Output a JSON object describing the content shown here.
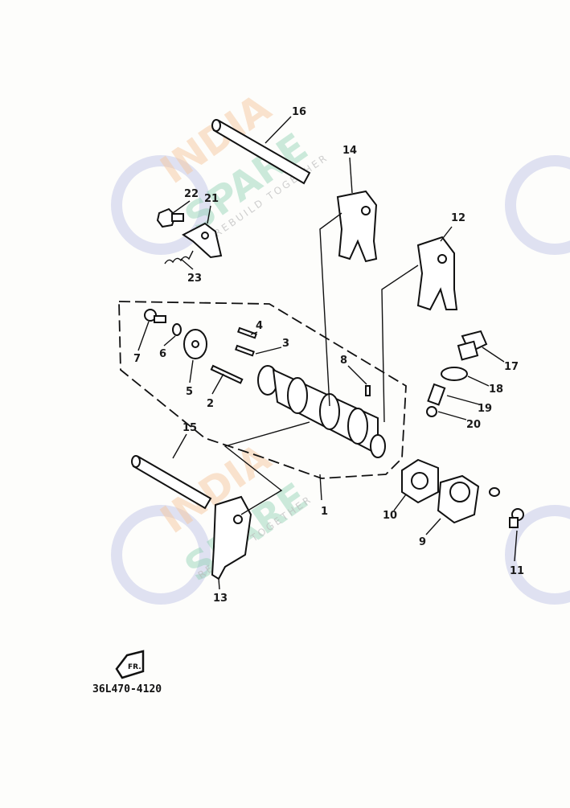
{
  "diagram": {
    "part_numbers": [
      "1",
      "2",
      "3",
      "4",
      "5",
      "6",
      "7",
      "8",
      "9",
      "10",
      "11",
      "12",
      "13",
      "14",
      "15",
      "16",
      "17",
      "18",
      "19",
      "20",
      "21",
      "22",
      "23"
    ],
    "front_badge": "FR.",
    "drawing_code": "36L470-4120"
  },
  "watermark": {
    "line1": "INDIA",
    "line2": "SPARE",
    "tagline": "REBUILD TOGETHER",
    "colors": {
      "india": "#f6c9a0",
      "spare": "#8fd1b3",
      "icon": "#d9dcef"
    }
  }
}
